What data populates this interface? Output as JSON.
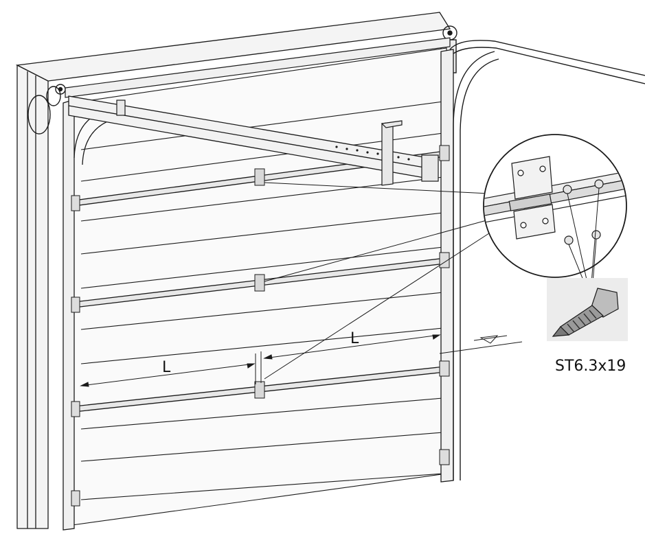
{
  "labels": {
    "dimension_left": "L",
    "dimension_right": "L",
    "screw_spec": "ST6.3x19"
  },
  "colors": {
    "line": "#1a1a1a",
    "panel": "#fafafa",
    "shade": "#e6e6e6",
    "frame": "#f2f2f2"
  }
}
